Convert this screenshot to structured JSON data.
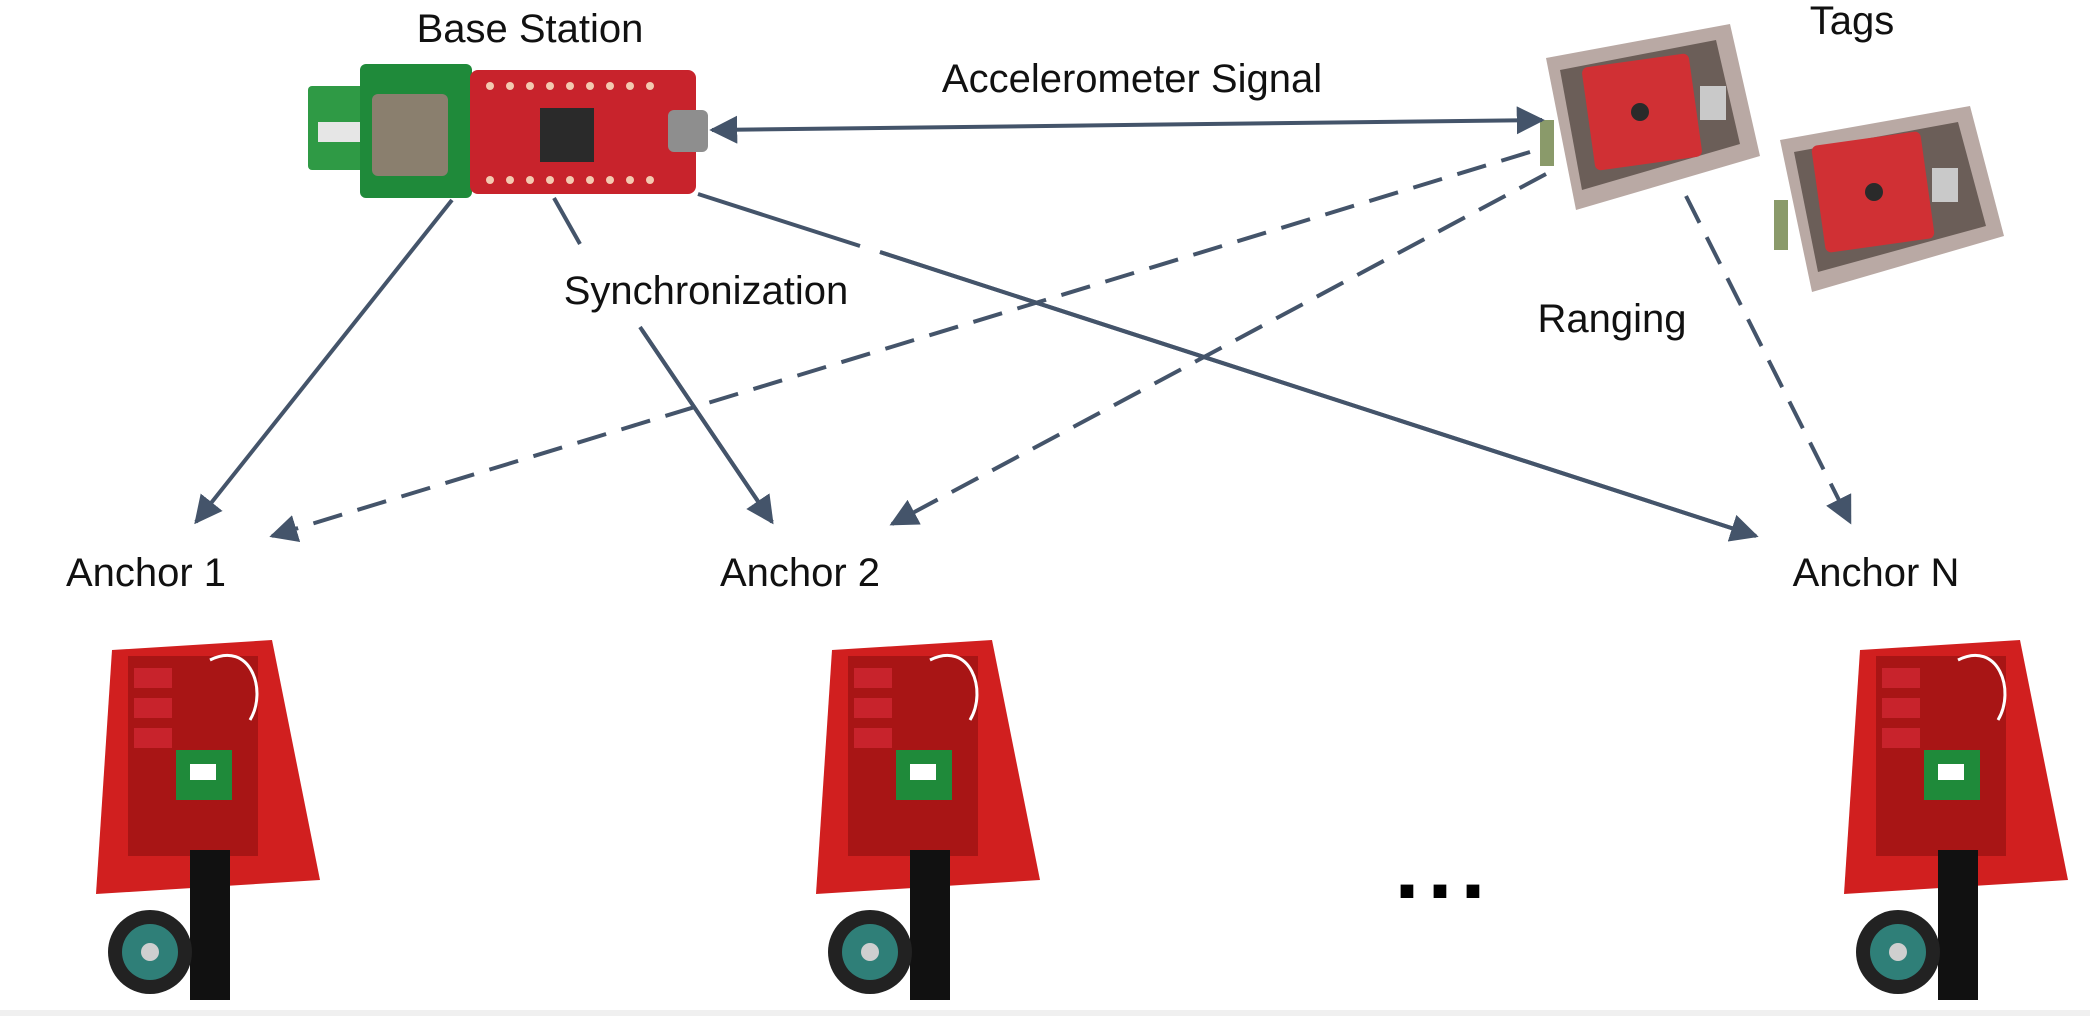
{
  "labels": {
    "base_station": "Base Station",
    "tags": "Tags",
    "accelerometer_signal": "Accelerometer Signal",
    "synchronization": "Synchronization",
    "ranging": "Ranging",
    "anchor_1": "Anchor 1",
    "anchor_2": "Anchor 2",
    "anchor_n": "Anchor N",
    "ellipsis": "..."
  },
  "colors": {
    "arrow": "#44546a",
    "pcb_red": "#c8232c",
    "pcb_green": "#1f8a3a",
    "enclosure_red": "#d11f1f",
    "tag_box": "#b9a9a4",
    "chip": "#2a2a2a"
  },
  "icons": {
    "base_station": "base-station-board-image",
    "tag": "tag-device-image",
    "anchor": "anchor-device-image"
  }
}
